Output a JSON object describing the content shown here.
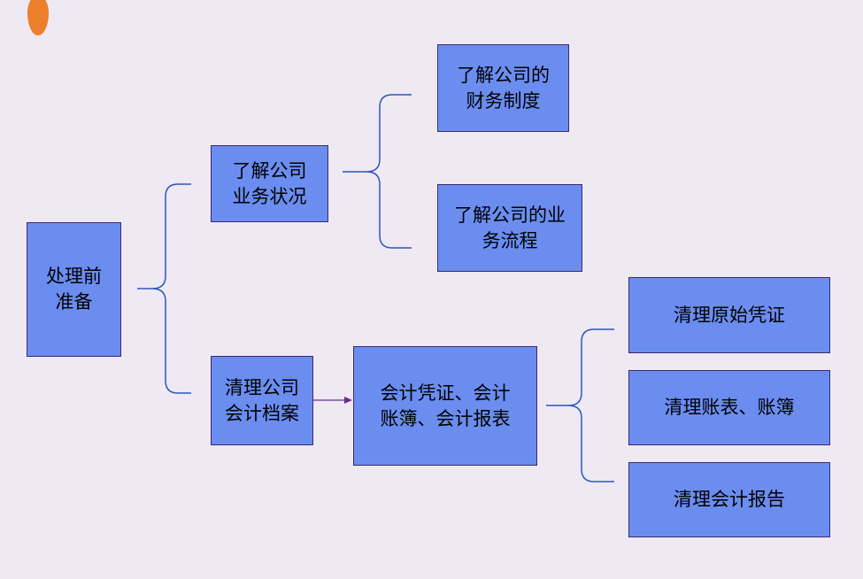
{
  "colors": {
    "background": "#efe9f4",
    "node_fill": "#6b8df0",
    "node_border": "#3b2a6b",
    "brace": "#2f57b8",
    "arrow": "#6a2e86",
    "logo": "#ec7f2c"
  },
  "nodes": {
    "prep": "处理前\n准备",
    "business": "了解公司\n业务状况",
    "finance_system": "了解公司的\n财务制度",
    "business_flow": "了解公司的业\n务流程",
    "archives": "清理公司\n会计档案",
    "documents": "会计凭证、会计\n账簿、会计报表",
    "vouchers": "清理原始凭证",
    "books": "清理账表、账簿",
    "reports": "清理会计报告"
  }
}
